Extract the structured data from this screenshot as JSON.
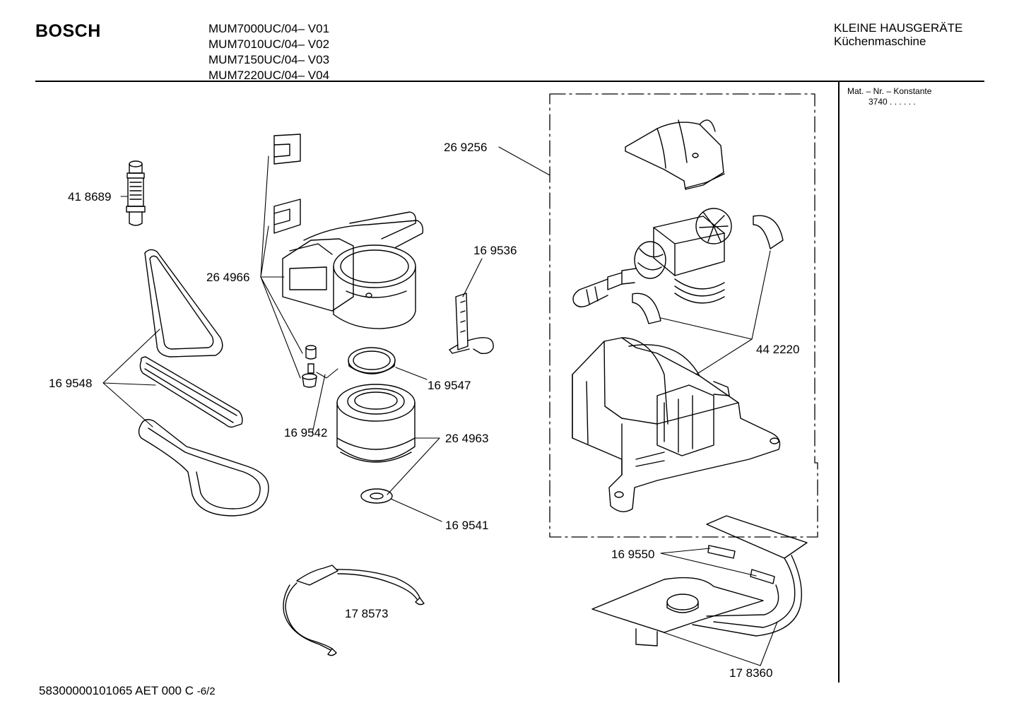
{
  "header": {
    "brand": "BOSCH",
    "models": [
      "MUM7000UC/04– V01",
      "MUM7010UC/04– V02",
      "MUM7150UC/04– V03",
      "MUM7220UC/04– V04"
    ],
    "category": "KLEINE HAUSGERÄTE",
    "subcategory": "Küchenmaschine"
  },
  "material": {
    "label": "Mat. – Nr. – Konstante",
    "value": "3740 . . . . . ."
  },
  "footer": {
    "code": "58300000101065 AET 000 C",
    "page": "-6/2"
  },
  "parts": [
    {
      "id": "p418689",
      "label": "41 8689"
    },
    {
      "id": "p264966",
      "label": "26 4966"
    },
    {
      "id": "p269256",
      "label": "26 9256"
    },
    {
      "id": "p169536",
      "label": "16 9536"
    },
    {
      "id": "p169548",
      "label": "16 9548"
    },
    {
      "id": "p169547",
      "label": "16 9547"
    },
    {
      "id": "p169542",
      "label": "16 9542"
    },
    {
      "id": "p264963",
      "label": "26 4963"
    },
    {
      "id": "p169541",
      "label": "16 9541"
    },
    {
      "id": "p442220",
      "label": "44 2220"
    },
    {
      "id": "p169550",
      "label": "16 9550"
    },
    {
      "id": "p178573",
      "label": "17 8573"
    },
    {
      "id": "p178360",
      "label": "17 8360"
    }
  ]
}
